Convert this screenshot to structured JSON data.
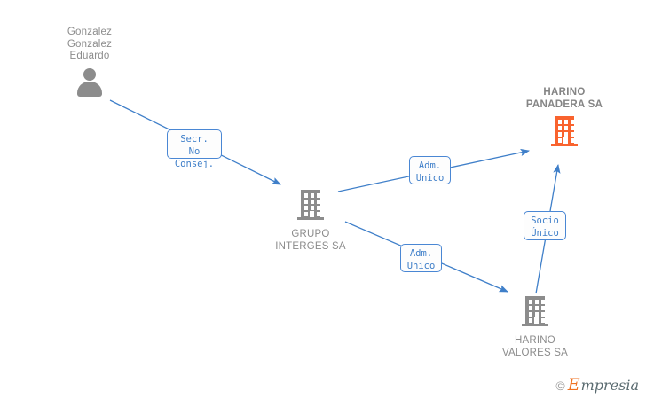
{
  "diagram": {
    "title": "Corporate relationship diagram",
    "accent_blue": "#3f7fc9",
    "node_gray": "#8c8c8c",
    "focus_orange": "#f9632e",
    "nodes": [
      {
        "id": "person-gonzalez",
        "name": "Gonzalez\nGonzalez\nEduardo",
        "icon": "person-icon",
        "type": "person",
        "focus": false
      },
      {
        "id": "grupo-interges",
        "name": "GRUPO\nINTERGES SA",
        "icon": "building-icon",
        "type": "company",
        "focus": false
      },
      {
        "id": "harino-panadera",
        "name": "HARINO\nPANADERA SA",
        "icon": "building-icon",
        "type": "company",
        "focus": true
      },
      {
        "id": "harino-valores",
        "name": "HARINO\nVALORES SA",
        "icon": "building-icon",
        "type": "company",
        "focus": false
      }
    ],
    "edges": [
      {
        "id": "edge-secretario",
        "from": "person-gonzalez",
        "to": "grupo-interges",
        "label": "Secr. No\nConsej."
      },
      {
        "id": "edge-adm-unico-panadera",
        "from": "grupo-interges",
        "to": "harino-panadera",
        "label": "Adm.\nUnico"
      },
      {
        "id": "edge-adm-unico-valores",
        "from": "grupo-interges",
        "to": "harino-valores",
        "label": "Adm.\nUnico"
      },
      {
        "id": "edge-socio-unico",
        "from": "harino-valores",
        "to": "harino-panadera",
        "label": "Socio\nÚnico"
      }
    ]
  },
  "watermark": {
    "copyright": "©",
    "brand_initial": "E",
    "brand_rest": "mpresia"
  }
}
